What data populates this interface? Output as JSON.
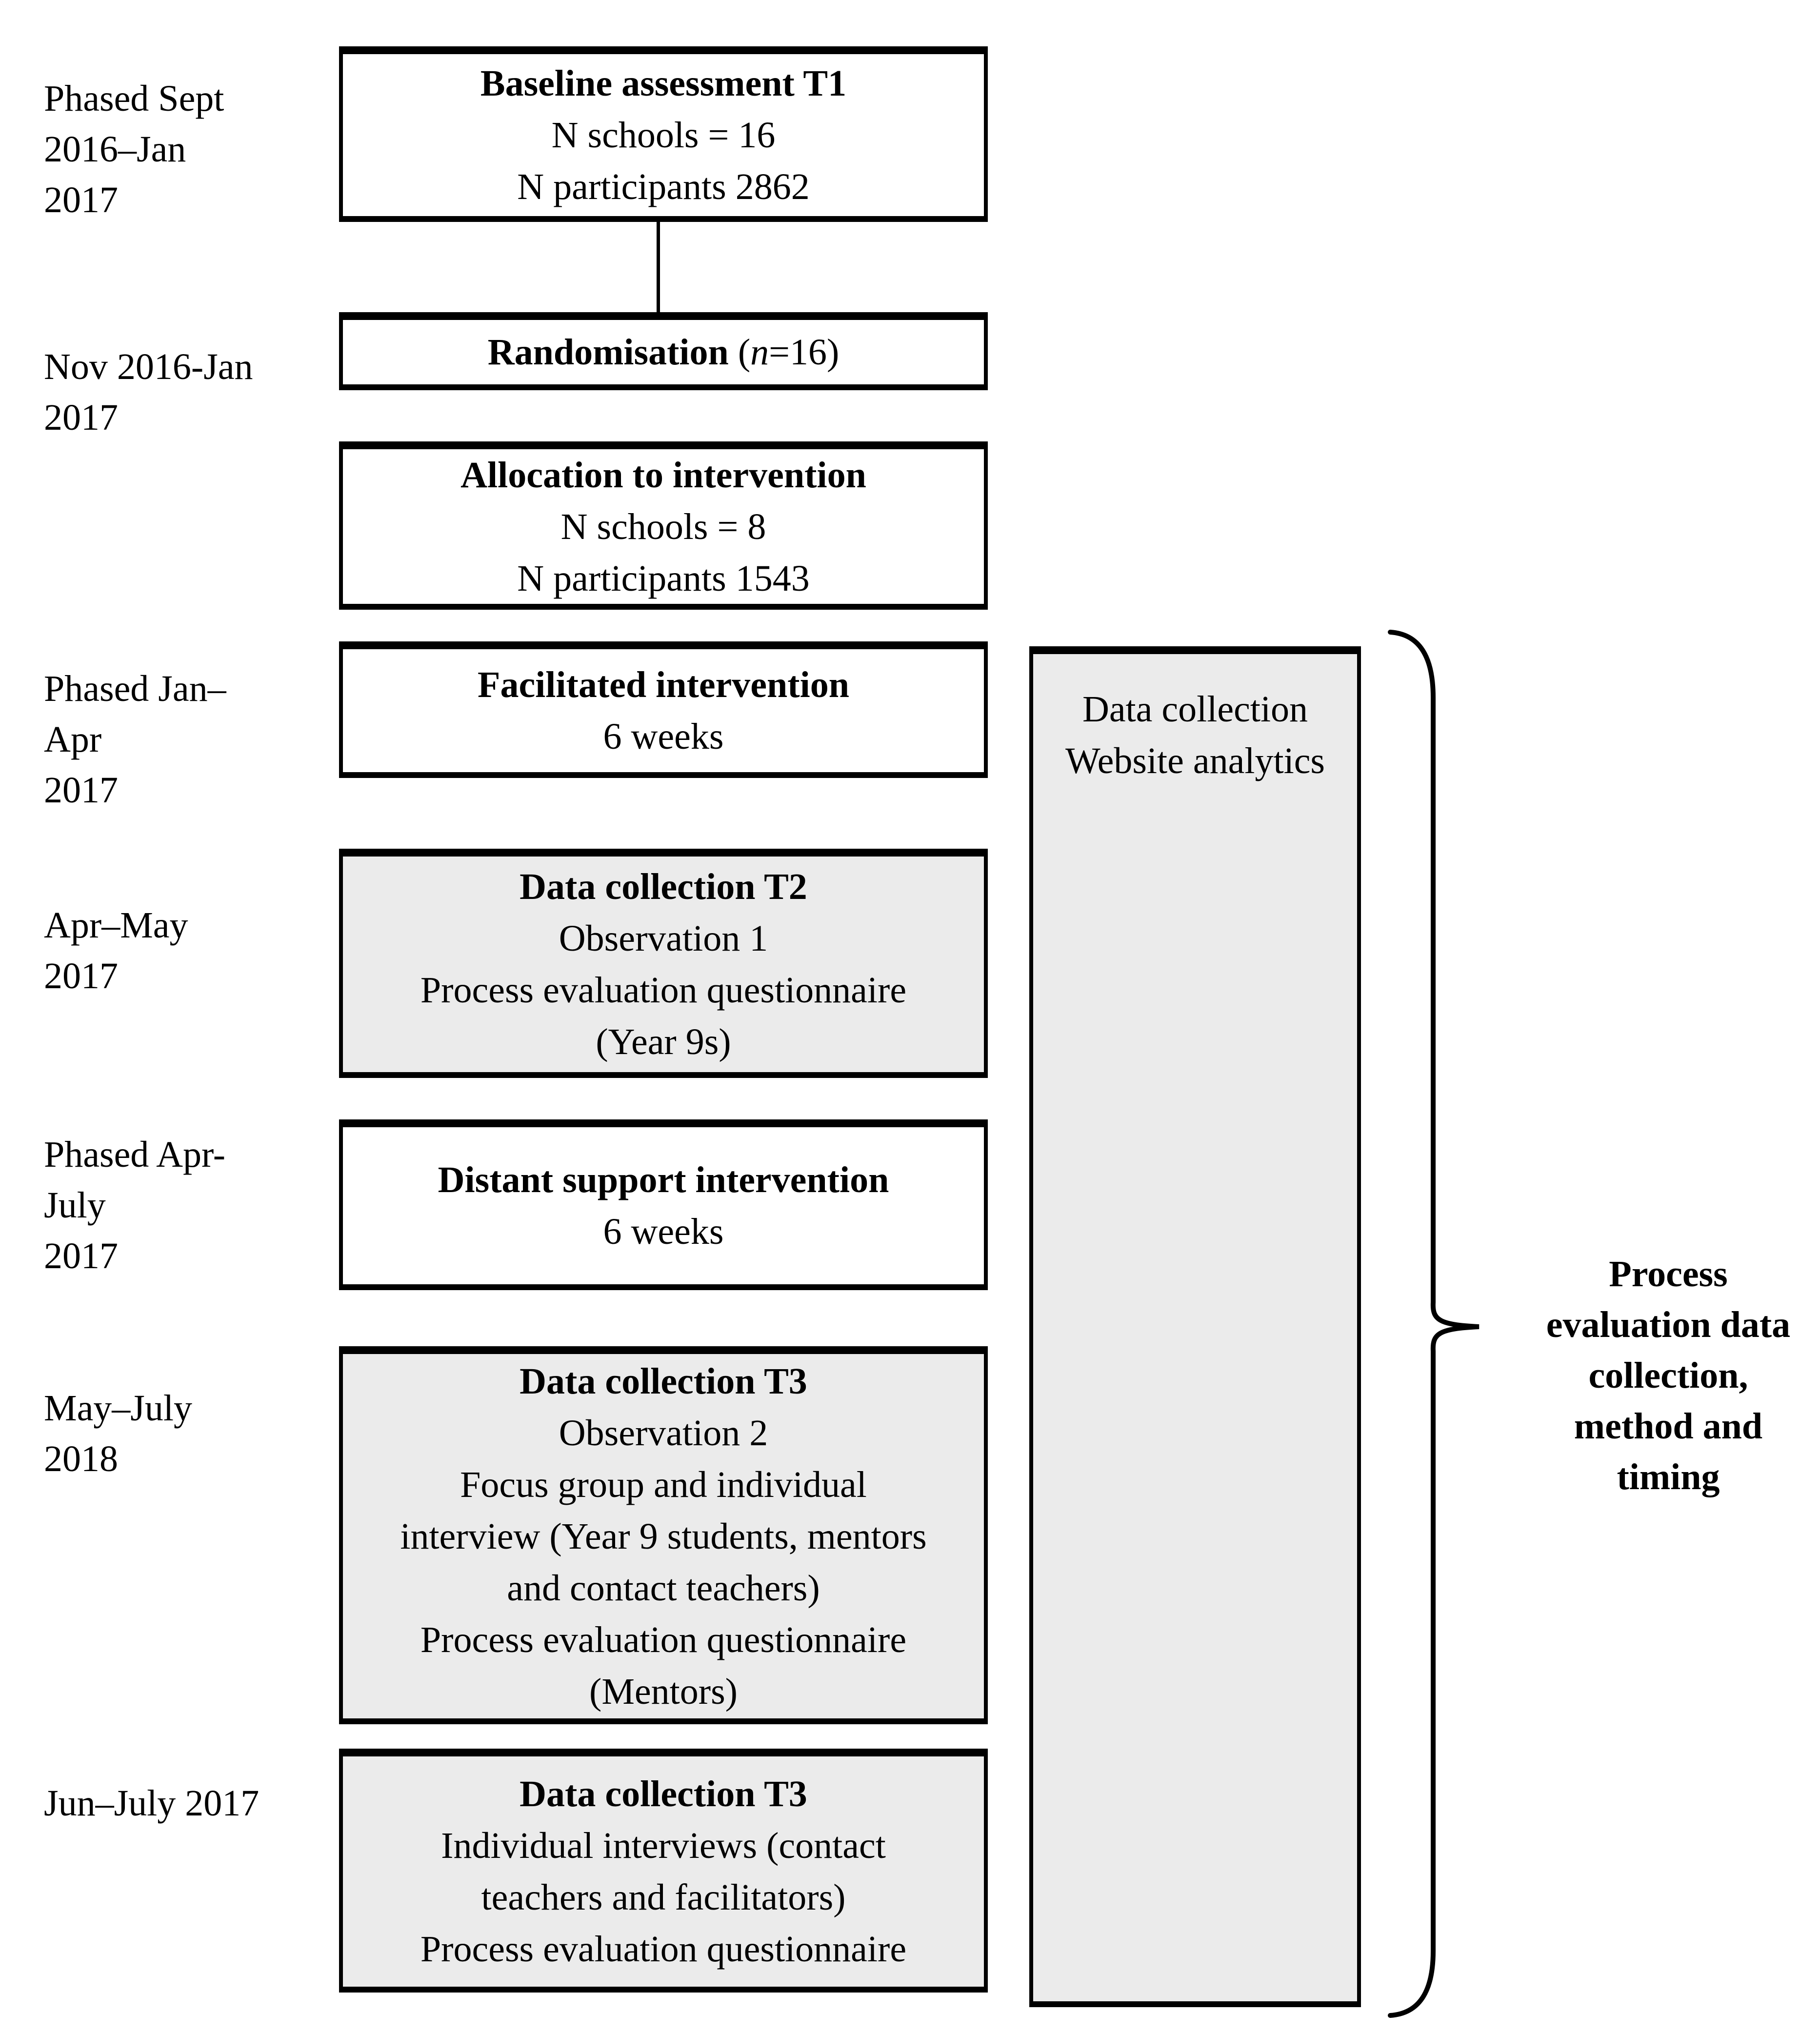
{
  "timeline_labels": [
    {
      "l0": "Phased Sept",
      "l1": "2016–Jan",
      "l2": "2017"
    },
    {
      "l0": "Nov 2016-Jan",
      "l1": "2017"
    },
    {
      "l0": "Phased Jan–",
      "l1": "Apr",
      "l2": "2017"
    },
    {
      "l0": "Apr–May",
      "l1": "2017"
    },
    {
      "l0": "Phased Apr-",
      "l1": "July",
      "l2": "2017"
    },
    {
      "l0": "May–July",
      "l1": "2018"
    },
    {
      "l0": "Jun–July 2017"
    }
  ],
  "flow_boxes": [
    {
      "title": "Baseline assessment T1",
      "line1": "N schools = 16",
      "line2": "N participants 2862"
    },
    {
      "title_bold": "Randomisation ",
      "title_normal_open": "(",
      "title_italic": "n",
      "title_normal_close": "=16)"
    },
    {
      "title": "Allocation to intervention",
      "line1": "N schools = 8",
      "line2": "N participants 1543"
    },
    {
      "title": "Facilitated intervention",
      "line1": "6 weeks"
    },
    {
      "title": "Data collection T2",
      "line1": "Observation 1",
      "line2": "Process evaluation questionnaire",
      "line3": "(Year 9s)"
    },
    {
      "title": "Distant support intervention",
      "line1": "6 weeks"
    },
    {
      "title": "Data collection T3",
      "line1": "Observation 2",
      "line2": "Focus group and individual",
      "line3": "interview (Year 9 students, mentors",
      "line4": "and contact teachers)",
      "line5": "Process evaluation questionnaire",
      "line6": "(Mentors)"
    },
    {
      "title": "Data collection T3",
      "line1": "Individual interviews (contact",
      "line2": "teachers and facilitators)",
      "line3": "Process evaluation questionnaire"
    }
  ],
  "side_box": {
    "title": "Data collection",
    "line1": "Website analytics"
  },
  "brace_label": {
    "l0": "Process",
    "l1": "evaluation data",
    "l2": "collection,",
    "l3": "method and",
    "l4": "timing"
  },
  "colors": {
    "shaded_fill": "#ebebeb",
    "border": "#000000",
    "background": "#ffffff"
  }
}
